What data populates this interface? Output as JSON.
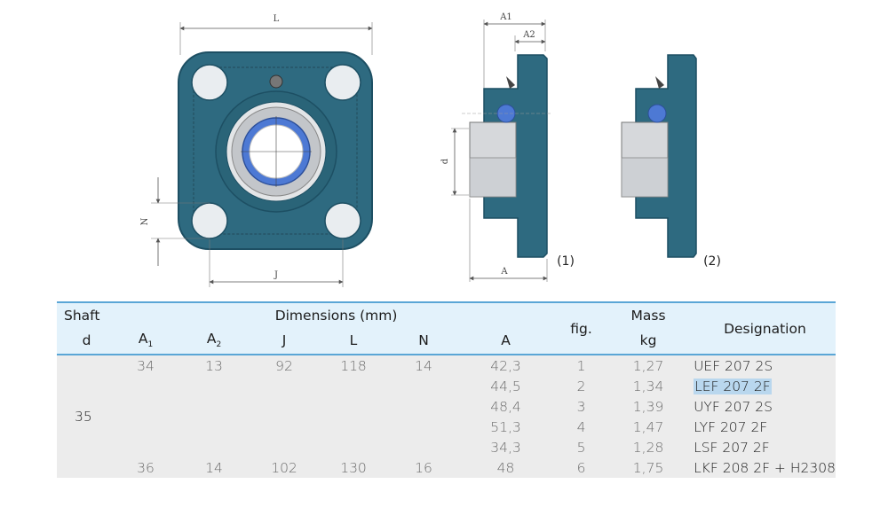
{
  "drawing": {
    "dim_labels": {
      "L": "L",
      "N": "N",
      "J": "J",
      "A1": "A1",
      "A2": "A2",
      "d": "d",
      "A": "A"
    },
    "fig_labels": [
      "(1)",
      "(2)"
    ],
    "colors": {
      "housing": "#2e6a80",
      "housing_dark": "#1d4f63",
      "bearing_ring": "#4d79d4",
      "steel": "#cfd2d6",
      "hole": "#e9edf0"
    }
  },
  "table": {
    "header": {
      "shaft": "Shaft",
      "dimensions": "Dimensions (mm)",
      "fig": "fig.",
      "mass": "Mass",
      "designation": "Designation",
      "d": "d",
      "a1": "A",
      "a1_sub": "1",
      "a2": "A",
      "a2_sub": "2",
      "j": "J",
      "l": "L",
      "n": "N",
      "a": "A",
      "mass_unit": "kg"
    },
    "shaft_d": "35",
    "rows": [
      {
        "a1": "34",
        "a2": "13",
        "j": "92",
        "l": "118",
        "n": "14",
        "a": "42,3",
        "fig": "1",
        "mass": "1,27",
        "designation": "UEF 207 2S"
      },
      {
        "a1": "",
        "a2": "",
        "j": "",
        "l": "",
        "n": "",
        "a": "44,5",
        "fig": "2",
        "mass": "1,34",
        "designation": "LEF 207 2F"
      },
      {
        "a1": "",
        "a2": "",
        "j": "",
        "l": "",
        "n": "",
        "a": "48,4",
        "fig": "3",
        "mass": "1,39",
        "designation": "UYF 207 2S"
      },
      {
        "a1": "",
        "a2": "",
        "j": "",
        "l": "",
        "n": "",
        "a": "51,3",
        "fig": "4",
        "mass": "1,47",
        "designation": "LYF 207 2F"
      },
      {
        "a1": "",
        "a2": "",
        "j": "",
        "l": "",
        "n": "",
        "a": "34,3",
        "fig": "5",
        "mass": "1,28",
        "designation": "LSF 207 2F"
      },
      {
        "a1": "36",
        "a2": "14",
        "j": "102",
        "l": "130",
        "n": "16",
        "a": "48",
        "fig": "6",
        "mass": "1,75",
        "designation": "LKF 208 2F + H2308"
      }
    ]
  }
}
